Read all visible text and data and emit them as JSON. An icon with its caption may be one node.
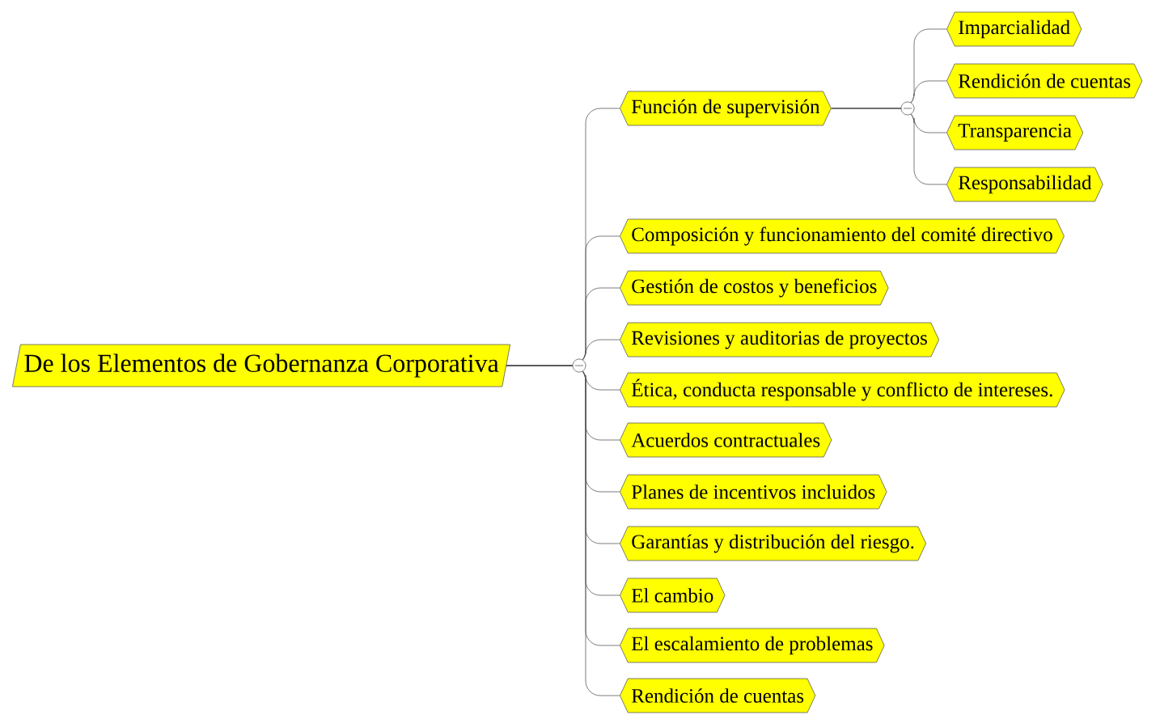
{
  "diagram": {
    "nodes": [
      {
        "text": [
          "De los Elementos de Gobernanza Corporativa"
        ]
      },
      {
        "text": [
          "Función de supervisión"
        ]
      },
      {
        "text": [
          "Imparcialidad"
        ]
      },
      {
        "text": [
          "Rendición de cuentas"
        ]
      },
      {
        "text": [
          "Transparencia"
        ]
      },
      {
        "text": [
          "Responsabilidad"
        ]
      },
      {
        "text": [
          "Composición y funcionamiento del comité directivo"
        ]
      },
      {
        "text": [
          "Gestión de costos y beneficios"
        ]
      },
      {
        "text": [
          "Revisiones y auditorias de proyectos"
        ]
      },
      {
        "text": [
          "Ética, conducta responsable y conflicto de intereses."
        ]
      },
      {
        "text": [
          "Acuerdos contractuales"
        ]
      },
      {
        "text": [
          "Planes de incentivos incluidos"
        ]
      },
      {
        "text": [
          "Garantías y distribución del riesgo."
        ]
      },
      {
        "text": [
          "El cambio"
        ]
      },
      {
        "text": [
          "El escalamiento de problemas"
        ]
      },
      {
        "text": [
          "Rendición de cuentas"
        ]
      }
    ],
    "edges": [
      {
        "from": 0,
        "to": 1,
        "arrow": "none"
      },
      {
        "from": 1,
        "to": 2,
        "arrow": "none"
      },
      {
        "from": 1,
        "to": 3,
        "arrow": "none"
      },
      {
        "from": 1,
        "to": 4,
        "arrow": "none"
      },
      {
        "from": 1,
        "to": 5,
        "arrow": "none"
      },
      {
        "from": 0,
        "to": 6,
        "arrow": "none"
      },
      {
        "from": 0,
        "to": 7,
        "arrow": "none"
      },
      {
        "from": 0,
        "to": 8,
        "arrow": "none"
      },
      {
        "from": 0,
        "to": 9,
        "arrow": "none"
      },
      {
        "from": 0,
        "to": 10,
        "arrow": "none"
      },
      {
        "from": 0,
        "to": 11,
        "arrow": "none"
      },
      {
        "from": 0,
        "to": 12,
        "arrow": "none"
      },
      {
        "from": 0,
        "to": 13,
        "arrow": "none"
      },
      {
        "from": 0,
        "to": 14,
        "arrow": "none"
      },
      {
        "from": 0,
        "to": 15,
        "arrow": "none"
      }
    ]
  }
}
